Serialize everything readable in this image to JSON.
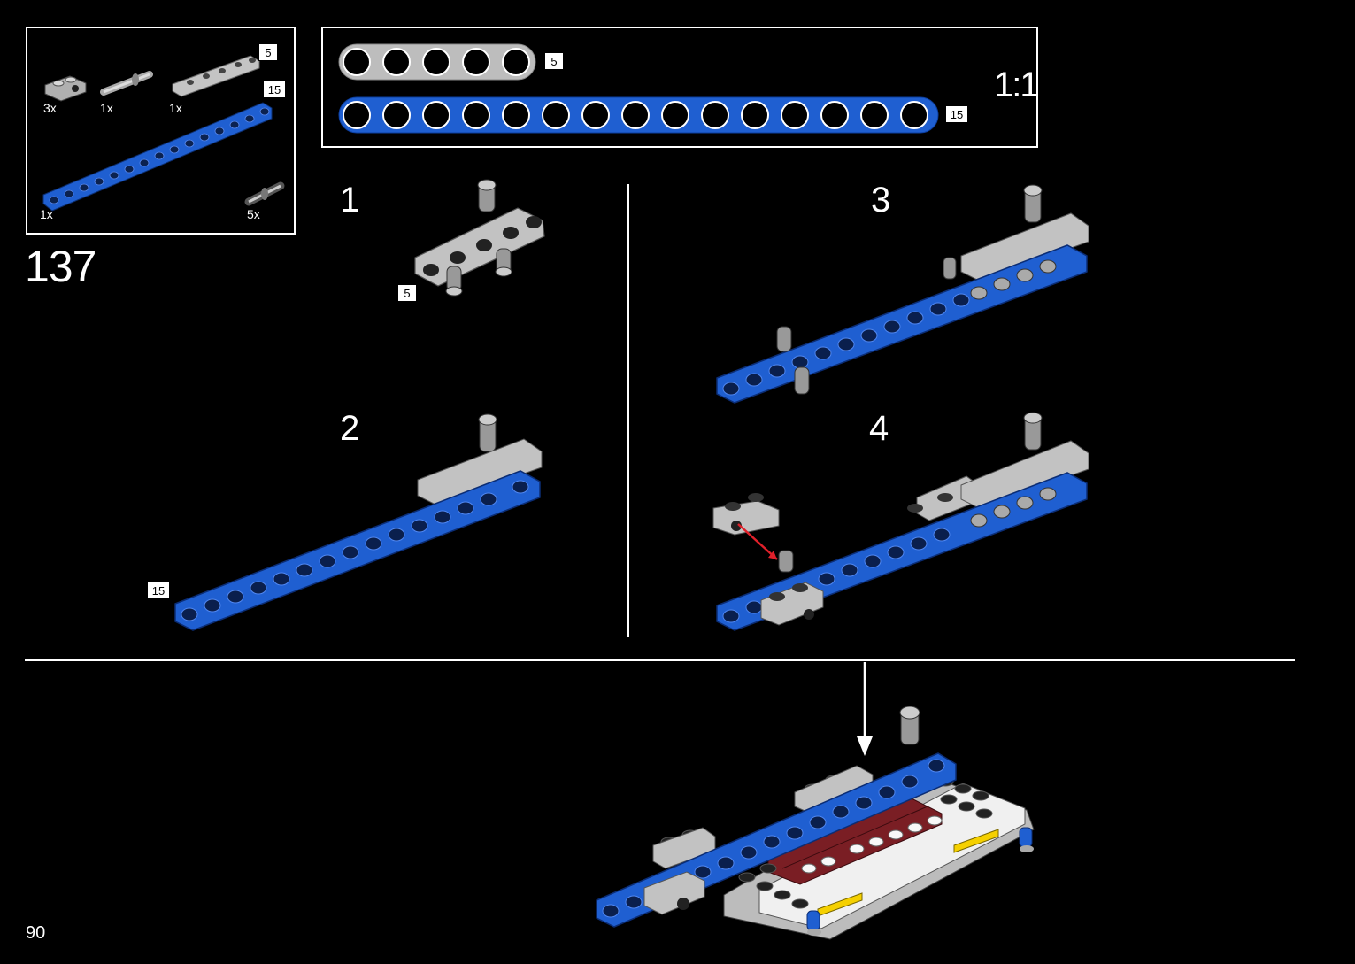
{
  "page_number": "90",
  "main_step_number": "137",
  "parts_list": {
    "items": [
      {
        "quantity": "3x",
        "icon": "flat-plate-2x1-icon"
      },
      {
        "quantity": "1x",
        "icon": "axle-pin-icon"
      },
      {
        "quantity": "1x",
        "icon": "liftarm-5-grey-icon",
        "length_label": "5"
      },
      {
        "quantity": "1x",
        "icon": "liftarm-15-blue-icon",
        "length_label": "15"
      },
      {
        "quantity": "5x",
        "icon": "friction-pin-icon"
      }
    ]
  },
  "scale_box": {
    "scale_label": "1:1",
    "beams": [
      {
        "length_label": "5",
        "color": "#a9a9a9",
        "holes": 5
      },
      {
        "length_label": "15",
        "color": "#1f5fd1",
        "holes": 15
      }
    ]
  },
  "sub_steps": [
    {
      "number": "1",
      "callout": "5"
    },
    {
      "number": "2",
      "callout": "15"
    },
    {
      "number": "3"
    },
    {
      "number": "4"
    }
  ],
  "colors": {
    "background": "#000000",
    "technic_blue": "#1f5fd1",
    "light_grey": "#b4b4b4",
    "dark_red": "#7a1e24",
    "yellow": "#f5d000",
    "arrow_red": "#e0202a"
  }
}
